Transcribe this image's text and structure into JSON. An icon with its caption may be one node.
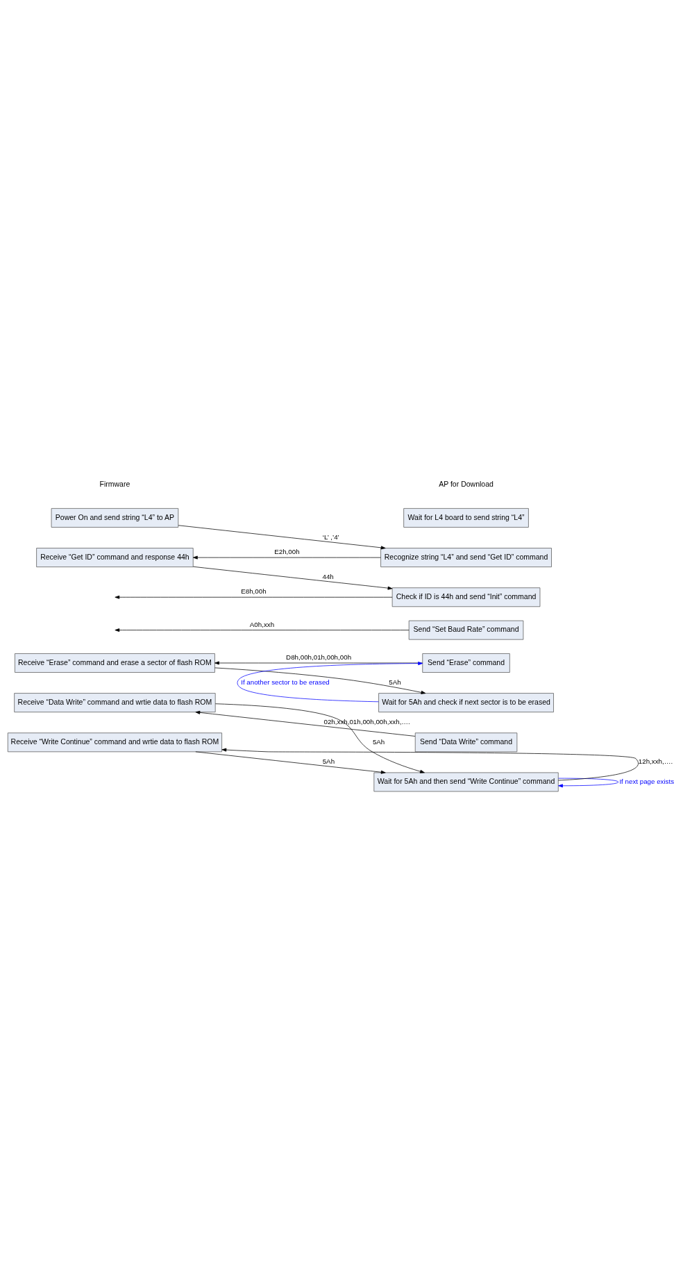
{
  "diagram": {
    "nodes": [
      {
        "text": [
          "Wait for L4 board to send string “L4”"
        ]
      },
      {
        "text": [
          "Power On and send string “L4” to AP"
        ]
      },
      {
        "text": [
          "Recognize string “L4” and send “Get ID” command"
        ]
      },
      {
        "text": [
          "Receive “Get ID” command and response 44h"
        ]
      },
      {
        "text": [
          "Check if ID is 44h and send “Init” command"
        ]
      },
      {
        "text": [
          "Send “Set Baud Rate” command"
        ]
      },
      {
        "text": [
          "Send “Erase” command"
        ]
      },
      {
        "text": [
          "Receive “Erase” command and erase a sector of flash ROM"
        ]
      },
      {
        "text": [
          "Wait for 5Ah and check if next sector is to be erased"
        ]
      },
      {
        "text": [
          "Send “Data Write” command"
        ]
      },
      {
        "text": [
          "Receive “Data Write” command and wrtie data to flash ROM"
        ]
      },
      {
        "text": [
          "Wait for 5Ah and then send “Write Continue” command"
        ]
      },
      {
        "text": [
          "Receive “Write Continue” command and wrtie data to flash ROM"
        ]
      }
    ],
    "edges": [
      {
        "from": 1,
        "to": 2,
        "arrow": "to",
        "label": "‘L’ ,’4’"
      },
      {
        "from": 2,
        "to": 3,
        "arrow": "to",
        "label": "E2h,00h"
      },
      {
        "from": 3,
        "to": 4,
        "arrow": "to",
        "label": "44h"
      },
      {
        "from": 4,
        "to": null,
        "arrow": "to",
        "label": "E8h,00h"
      },
      {
        "from": 5,
        "to": null,
        "arrow": "to",
        "label": "A0h,xxh"
      },
      {
        "from": 6,
        "to": 7,
        "arrow": "to",
        "label": "D8h,00h,01h,00h,00h"
      },
      {
        "from": 7,
        "to": 8,
        "arrow": "to",
        "label": "5Ah"
      },
      {
        "from": 8,
        "to": 6,
        "arrow": "to",
        "label": "If another sector to be erased",
        "color": "#0000ff"
      },
      {
        "from": 9,
        "to": 10,
        "arrow": "to",
        "label": "02h,xxh,01h,00h,00h,xxh,…."
      },
      {
        "from": 10,
        "to": 11,
        "arrow": "to",
        "label": "5Ah"
      },
      {
        "from": 11,
        "to": 12,
        "arrow": "to",
        "label": "12h,xxh,…."
      },
      {
        "from": 12,
        "to": 11,
        "arrow": "to",
        "label": "5Ah"
      },
      {
        "from": 11,
        "to": 11,
        "arrow": "to",
        "label": "If next page exists",
        "color": "#0000ff"
      }
    ],
    "labels": [
      "Firmware",
      "AP for Download"
    ]
  }
}
